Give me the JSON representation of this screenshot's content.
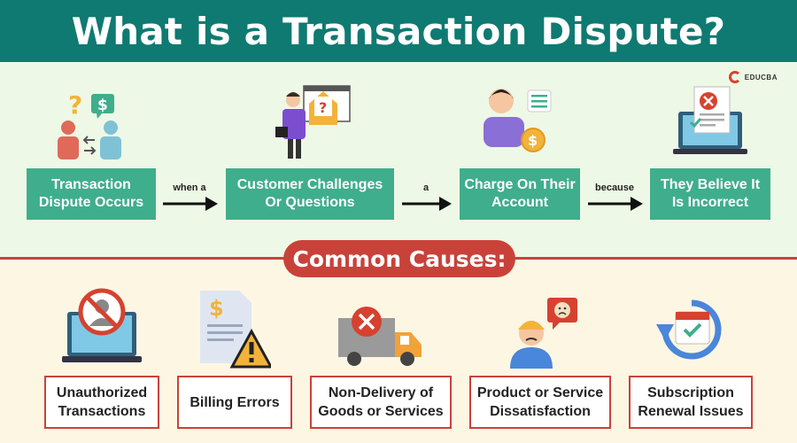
{
  "header": {
    "title": "What is a Transaction Dispute?"
  },
  "brand": {
    "logo_text": "EDUCBA"
  },
  "flow": {
    "steps": [
      {
        "label": "Transaction Dispute Occurs",
        "icon": "people-question-icon"
      },
      {
        "label": "Customer Challenges Or Questions",
        "icon": "person-envelope-icon"
      },
      {
        "label": "Charge On Their Account",
        "icon": "person-coin-icon"
      },
      {
        "label": "They Believe It Is Incorrect",
        "icon": "laptop-document-icon"
      }
    ],
    "connectors": [
      "when a",
      "a",
      "because"
    ]
  },
  "causes": {
    "title": "Common Causes:",
    "items": [
      {
        "label": "Unauthorized Transactions",
        "icon": "laptop-blocked-user-icon"
      },
      {
        "label": "Billing Errors",
        "icon": "bill-warning-icon"
      },
      {
        "label": "Non-Delivery of Goods or Services",
        "icon": "delivery-truck-cancel-icon"
      },
      {
        "label": "Product or Service Dissatisfaction",
        "icon": "unhappy-person-icon"
      },
      {
        "label": "Subscription Renewal Issues",
        "icon": "calendar-renewal-icon"
      }
    ]
  },
  "colors": {
    "header": "#0f7a72",
    "step": "#3fae8c",
    "accent": "#c9423a",
    "top_bg": "#eef8e6",
    "bottom_bg": "#fdf6e3"
  }
}
